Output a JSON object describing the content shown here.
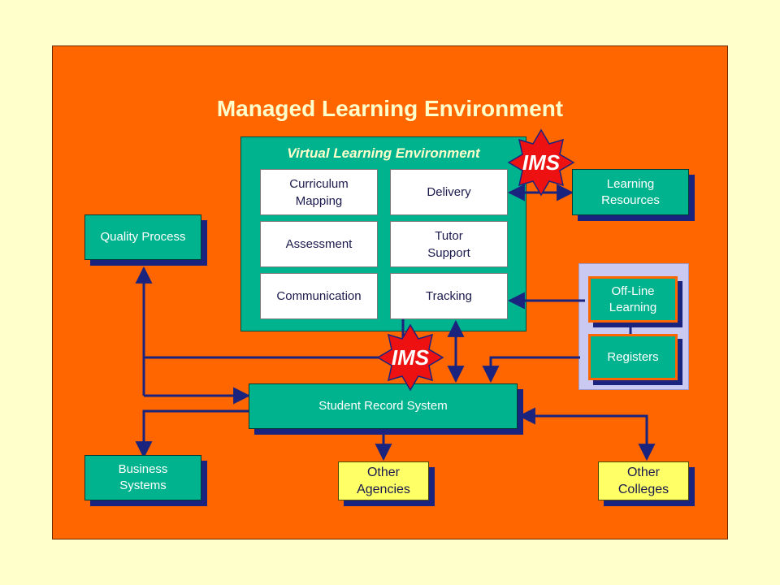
{
  "title": "Managed Learning Environment",
  "vle": {
    "title": "Virtual Learning Environment",
    "cells": [
      "Curriculum\nMapping",
      "Delivery",
      "Assessment",
      "Tutor\nSupport",
      "Communication",
      "Tracking"
    ]
  },
  "ims_label": "IMS",
  "boxes": {
    "quality_process": "Quality Process",
    "learning_resources": "Learning\nResources",
    "off_line_learning": "Off-Line\nLearning",
    "registers": "Registers",
    "student_record_system": "Student Record System",
    "business_systems": "Business\nSystems",
    "other_agencies": "Other\nAgencies",
    "other_colleges": "Other\nColleges"
  },
  "colors": {
    "background": "#FFFFCC",
    "panel": "#FF6600",
    "teal": "#00B38F",
    "ims_red": "#EE1111",
    "connector": "#1a237e",
    "yellow_box": "#FFFF66",
    "lavender": "#C9C9F2"
  }
}
